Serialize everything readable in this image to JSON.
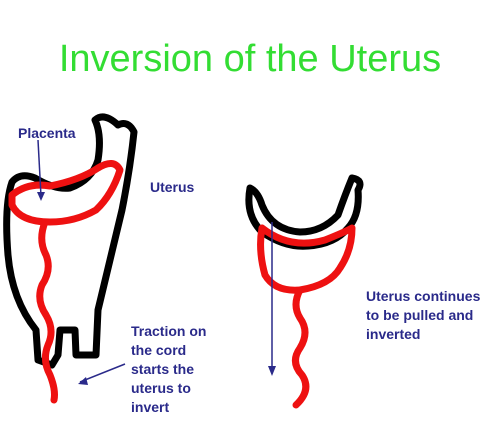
{
  "title": "Inversion of the Uterus",
  "labels": {
    "placenta": "Placenta",
    "uterus": "Uterus",
    "traction": "Traction on\nthe cord\nstarts the\nuterus to\ninvert",
    "continues": "Uterus continues\nto be pulled and\ninverted"
  },
  "colors": {
    "title": "#33dd33",
    "label": "#2a2a8a",
    "uterus_outline": "#000000",
    "placenta_cord": "#ee1111",
    "arrow": "#2a2a8a"
  }
}
